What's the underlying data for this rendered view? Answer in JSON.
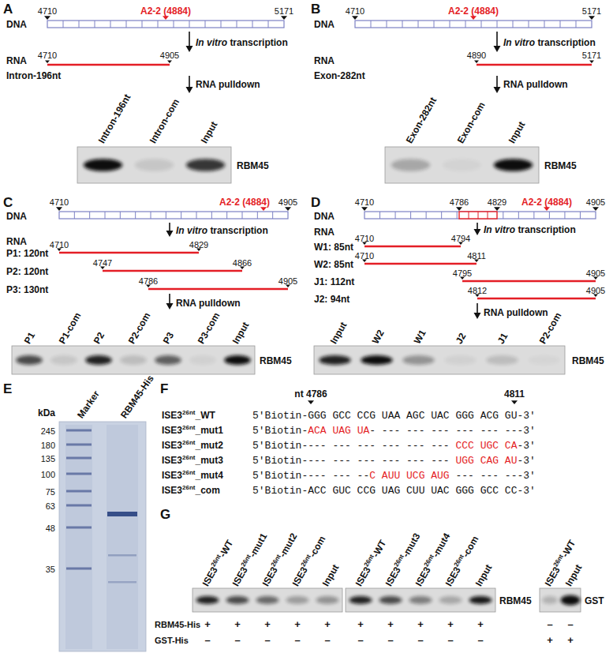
{
  "diagram": {
    "labels": [
      "A",
      "DNA",
      "4710",
      "A2-2 (4884)",
      "5171",
      "In vitro",
      "transcription",
      "RNA",
      "Intron-196nt",
      "4710",
      "4905",
      "RNA pulldown",
      "Intron-196nt",
      "Intron-com",
      "Input",
      "RBM45",
      "B",
      "DNA",
      "4710",
      "A2-2 (4884)",
      "5171",
      "In vitro",
      "transcription",
      "RNA",
      "Exon-282nt",
      "4890",
      "5171",
      "RNA pulldown",
      "Exon-282nt",
      "Exon-com",
      "Input",
      "RBM45",
      "C",
      "DNA",
      "4710",
      "A2-2 (4884)",
      "4905",
      "In vitro",
      "transcription",
      "RNA",
      "P1: 120nt",
      "4710",
      "4829",
      "P2: 120nt",
      "4747",
      "4866",
      "P3: 130nt",
      "4786",
      "4905",
      "RNA pulldown",
      "P1",
      "P1-com",
      "P2",
      "P2-com",
      "P3",
      "P3-com",
      "Input",
      "RBM45",
      "D",
      "DNA",
      "4710",
      "4786",
      "4829",
      "A2-2 (4884)",
      "4905",
      "In vitro",
      "transcription",
      "RNA",
      "W1: 85nt",
      "4710",
      "4794",
      "W2: 85nt",
      "4710",
      "4811",
      "J1: 112nt",
      "4795",
      "4905",
      "J2: 94nt",
      "4812",
      "4905",
      "RNA pulldown",
      "Input",
      "W2",
      "W1",
      "J2",
      "J1",
      "P2-com",
      "RBM45",
      "E",
      "kDa",
      "Marker",
      "RBM45-His",
      "245",
      "180",
      "135",
      "100",
      "75",
      "63",
      "48",
      "35",
      "F",
      "nt 4786",
      "4811",
      "ISE3",
      "26nt",
      "_WT",
      "5'Biotin-GGG GCC CCG UAA AGC UAC GGG ACG GU-3'",
      "ISE3",
      "26nt",
      "_mut1",
      "5'Biotin-",
      "ACA UAG UA",
      "- --- --- --- --- --- ---3'",
      "ISE3",
      "26nt",
      "_mut2",
      "5'Biotin---- --- --- --- --- ---",
      "CCC UGC CA",
      "-3'",
      "ISE3",
      "26nt",
      "_mut3",
      "5'Biotin---- --- --- --- --- ---",
      "UGG CAG AU",
      "-3'",
      "ISE3",
      "26nt",
      "_mut4",
      "5'Biotin---- --- --",
      "C AUU UCG AUG",
      "--- --- ---3'",
      "ISE3",
      "26nt",
      "_com",
      "5'Biotin-ACC GUC CCG UAG CUU UAC GGG GCC CC-3'",
      "G",
      "ISE3",
      "26nt",
      "-WT",
      "ISE3",
      "26nt",
      "-mut1",
      "ISE3",
      "26nt",
      "-mut2",
      "ISE3",
      "26nt",
      "-com",
      "Input",
      "ISE3",
      "26nt",
      "-WT",
      "ISE3",
      "26nt",
      "-mut3",
      "ISE3",
      "26nt",
      "-mut4",
      "ISE3",
      "26nt",
      "-com",
      "Input",
      "ISE3",
      "26nt",
      "-WT",
      "Input",
      "RBM45",
      "GST",
      "RBM45-His",
      "+",
      "+",
      "+",
      "+",
      "+",
      "+",
      "+",
      "+",
      "+",
      "+",
      "–",
      "–",
      "GST-His",
      "–",
      "–",
      "–",
      "–",
      "–",
      "–",
      "–",
      "–",
      "–",
      "–",
      "+",
      "+"
    ]
  }
}
